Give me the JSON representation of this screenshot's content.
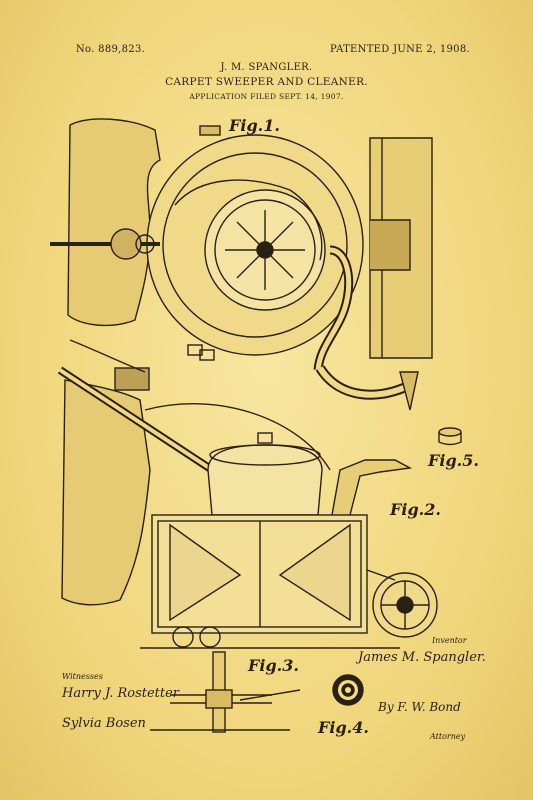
{
  "header": {
    "patent_number": "No. 889,823.",
    "patent_date": "PATENTED JUNE 2, 1908.",
    "inventor_name": "J. M. SPANGLER.",
    "title": "CARPET SWEEPER AND CLEANER.",
    "filed": "APPLICATION FILED SEPT. 14, 1907."
  },
  "figures": {
    "fig1": "Fig.1.",
    "fig2": "Fig.2.",
    "fig3": "Fig.3.",
    "fig4": "Fig.4.",
    "fig5": "Fig.5."
  },
  "signatures": {
    "witnesses_label": "Witnesses",
    "witness_1": "Harry J. Rostetter",
    "witness_2": "Sylvia Bosen",
    "inventor_label": "Inventor",
    "inventor_signature": "James M. Spangler.",
    "attorney_signature": "By F. W. Bond",
    "attorney_label": "Attorney"
  },
  "colors": {
    "paper": "#f3dc84",
    "ink": "#2a2116"
  }
}
